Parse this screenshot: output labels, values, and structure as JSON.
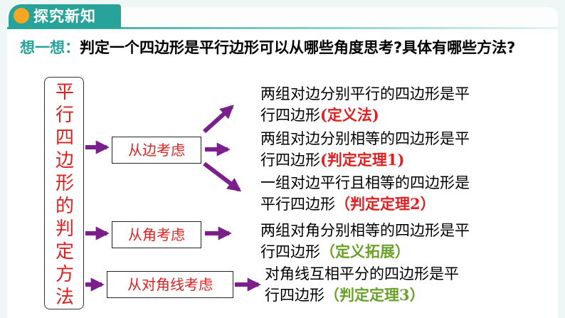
{
  "header": {
    "title": "探究新知"
  },
  "question": {
    "label": "想一想：",
    "text": "判定一个四边形是平行边形可以从哪些角度思考?具体有哪些方法?"
  },
  "vertical_title": [
    "平",
    "行",
    "四",
    "边",
    "形",
    "的",
    "判",
    "定",
    "方",
    "法"
  ],
  "methods": [
    {
      "label": "从边考虑"
    },
    {
      "label": "从角考虑"
    },
    {
      "label": "从对角线考虑"
    }
  ],
  "descriptions": [
    {
      "line1": "两组对边分别平行的四边形是平",
      "line2": "行四边形",
      "tag": "(定义法)",
      "tag_color": "#e02020"
    },
    {
      "line1": "两组对边分别相等的四边形是平",
      "line2": "行四边形",
      "tag": "(判定定理1)",
      "tag_color": "#e02020"
    },
    {
      "line1": "一组对边平行且相等的四边形是",
      "line2": "平行四边形",
      "tag": "（判定定理2）",
      "tag_color": "#e02020"
    },
    {
      "line1": "两组对角分别相等的四边形是平",
      "line2": "行四边形",
      "tag": "（定义拓展）",
      "tag_color": "#6aa12a"
    },
    {
      "line1": "对角线互相平分的四边形是平",
      "line2": "行四边形",
      "tag": "（判定定理3）",
      "tag_color": "#6aa12a"
    }
  ],
  "colors": {
    "accent": "#27a39a",
    "title_icon": "#f5a623",
    "red_text": "#e02020",
    "green_text": "#6aa12a",
    "arrow": "#7a1f8c"
  },
  "icons": {
    "title_icon": "orange-circle-icon",
    "arrow": "purple-arrow-icon"
  }
}
